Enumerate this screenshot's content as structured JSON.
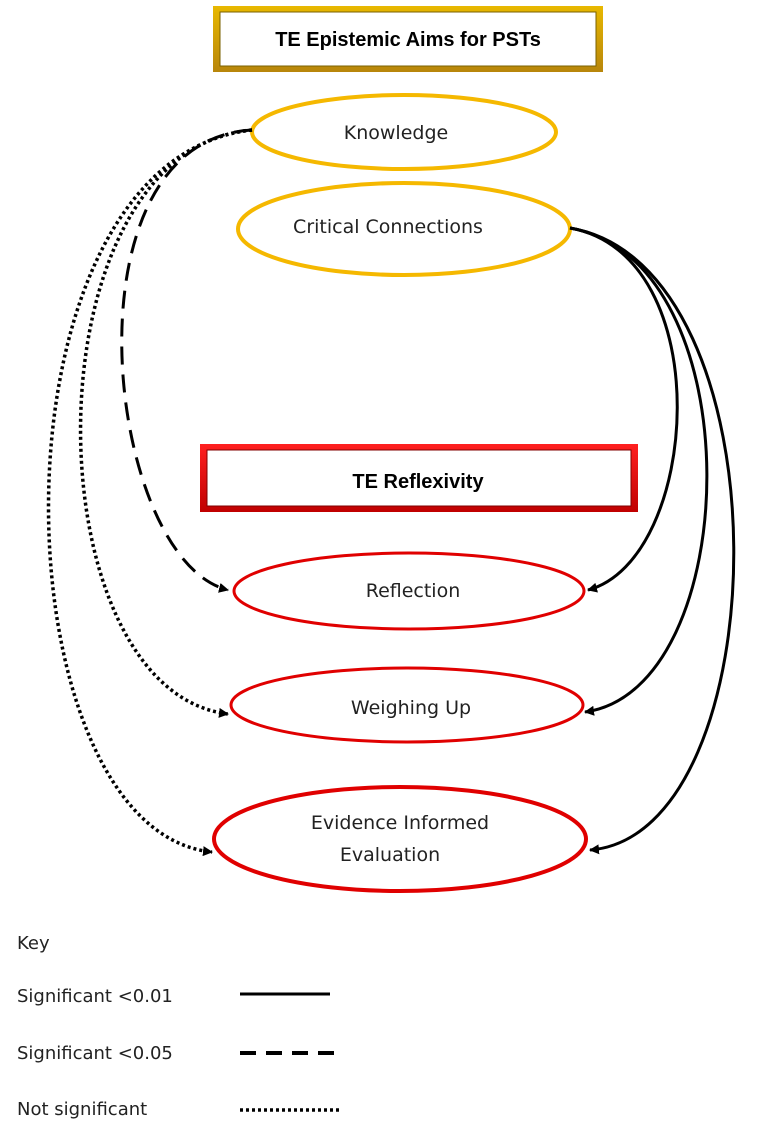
{
  "header_aims": "TE Epistemic Aims for PSTs",
  "header_reflexivity": "TE Reflexivity",
  "nodes": {
    "knowledge": "Knowledge",
    "critical_connections": "Critical Connections",
    "reflection": "Reflection",
    "weighing_up": "Weighing Up",
    "evidence_line1": "Evidence Informed",
    "evidence_line2": "Evaluation"
  },
  "key": {
    "title": "Key",
    "solid": "Significant <0.01",
    "dashed": "Significant <0.05",
    "dotted": "Not significant"
  },
  "colors": {
    "aims": "#f5b800",
    "reflexivity": "#e00000",
    "line": "#000000"
  }
}
